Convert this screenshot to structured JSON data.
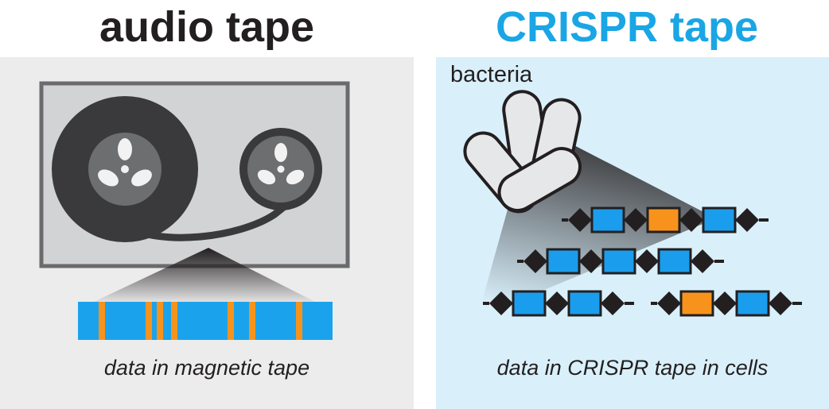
{
  "left": {
    "title": "audio tape",
    "caption": "data in magnetic tape",
    "title_color": "#231f20",
    "panel_bg": "#ececec"
  },
  "right": {
    "title": "CRISPR tape",
    "caption": "data in CRISPR tape in cells",
    "cell_label": "bacteria",
    "title_color": "#1aa6e4",
    "panel_bg": "#d9f0fb"
  },
  "colors": {
    "tape_blue": "#1aa3ec",
    "tape_orange": "#f7931d",
    "reel_dark": "#3a3a3c",
    "spacer_blue": "#1b9ded",
    "spacer_orange": "#f7931d",
    "repeat_black": "#231f20"
  },
  "crispr_arrays": [
    {
      "units": [
        "blue",
        "orange",
        "blue"
      ]
    },
    {
      "units": [
        "blue",
        "blue",
        "blue"
      ]
    },
    {
      "units": [
        "blue",
        "blue"
      ]
    },
    {
      "units": [
        "orange",
        "blue"
      ]
    }
  ]
}
